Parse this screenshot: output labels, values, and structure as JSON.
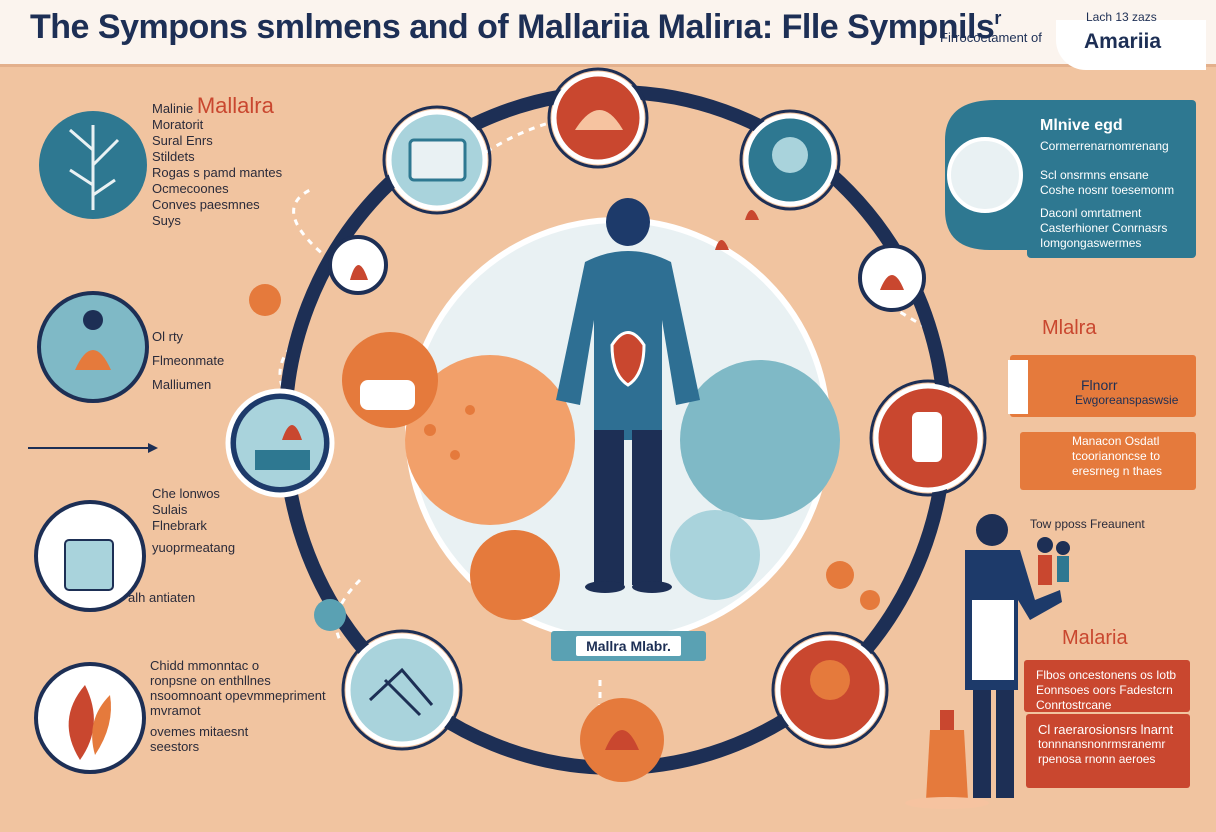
{
  "header": {
    "title_main": "The Sympons smlmens and of Mallariia Malirıa: Flle Sympnils",
    "title_sup": "r",
    "subtitle_right": "Firrocoetament of",
    "tag_top": "Lach 13 zazs",
    "brand_word": "Amariia"
  },
  "left": {
    "block1": {
      "heading_black": "Malinie",
      "heading_red": "Mallalra",
      "lines": [
        "Moratorit",
        "Sural Enrs",
        "Stildets",
        "Rogas s pamd mantes",
        "Ocmecoones",
        "Conves paesmnes",
        "Suys"
      ]
    },
    "block2": {
      "lines": [
        "Ol rty",
        "Flmeonmate",
        "Malliumen"
      ]
    },
    "block3": {
      "lines": [
        "Che lonwos",
        "Sulais",
        "Flnebrark",
        "yuoprmeatang",
        "alh antiaten"
      ]
    },
    "block4": {
      "lines": [
        "Chidd mmonntac o",
        "ronpsne on enthllnes",
        "nsoomnoant opevmmepriment",
        "mvramot",
        "ovemes mitaesnt",
        "seestors"
      ]
    }
  },
  "right": {
    "panel_top": {
      "heading": "Mlnive egd",
      "lines": [
        "Cormerrenarnomrenang",
        "Scl onsrmns ensane",
        "Coshe nosnr toesemonm",
        "Daconl omrtatment",
        "Casterhioner Conrnasrs",
        "Iomgongaswermes"
      ]
    },
    "mid_heading": "Mlalra",
    "panel_mid1": {
      "lines": [
        "Flnorr",
        "Ewgoreanspaswsie"
      ]
    },
    "panel_mid2": {
      "lines": [
        "Manacon Osdatl",
        "tcoorianoncse to",
        "eresrneg n thaes"
      ]
    },
    "treatment_label": "Tow pposs Freaunent",
    "low_heading": "Malaria",
    "panel_low1": {
      "lines": [
        "Flbos oncestonens os Iotb",
        "Eonnsoes oors Fadestcrn",
        "Conrtostrcane"
      ]
    },
    "panel_low2": {
      "lines": [
        "Cl raerarosionsrs lnarnt",
        "tonnnansnonrmsranemr",
        "rpenosa rnonn aeroes"
      ]
    }
  },
  "center": {
    "label_a": "Mallra",
    "label_b": "Mlabr."
  },
  "colors": {
    "navy": "#1d2f55",
    "teal": "#2e7891",
    "orange": "#e57a3c",
    "red": "#c9472f",
    "bg": "#f1c4a0"
  },
  "icons": [
    "fern-icon",
    "person-icon",
    "cup-icon",
    "leaf-icon",
    "mosquito-icon",
    "bottle-icon",
    "virus-icon"
  ]
}
